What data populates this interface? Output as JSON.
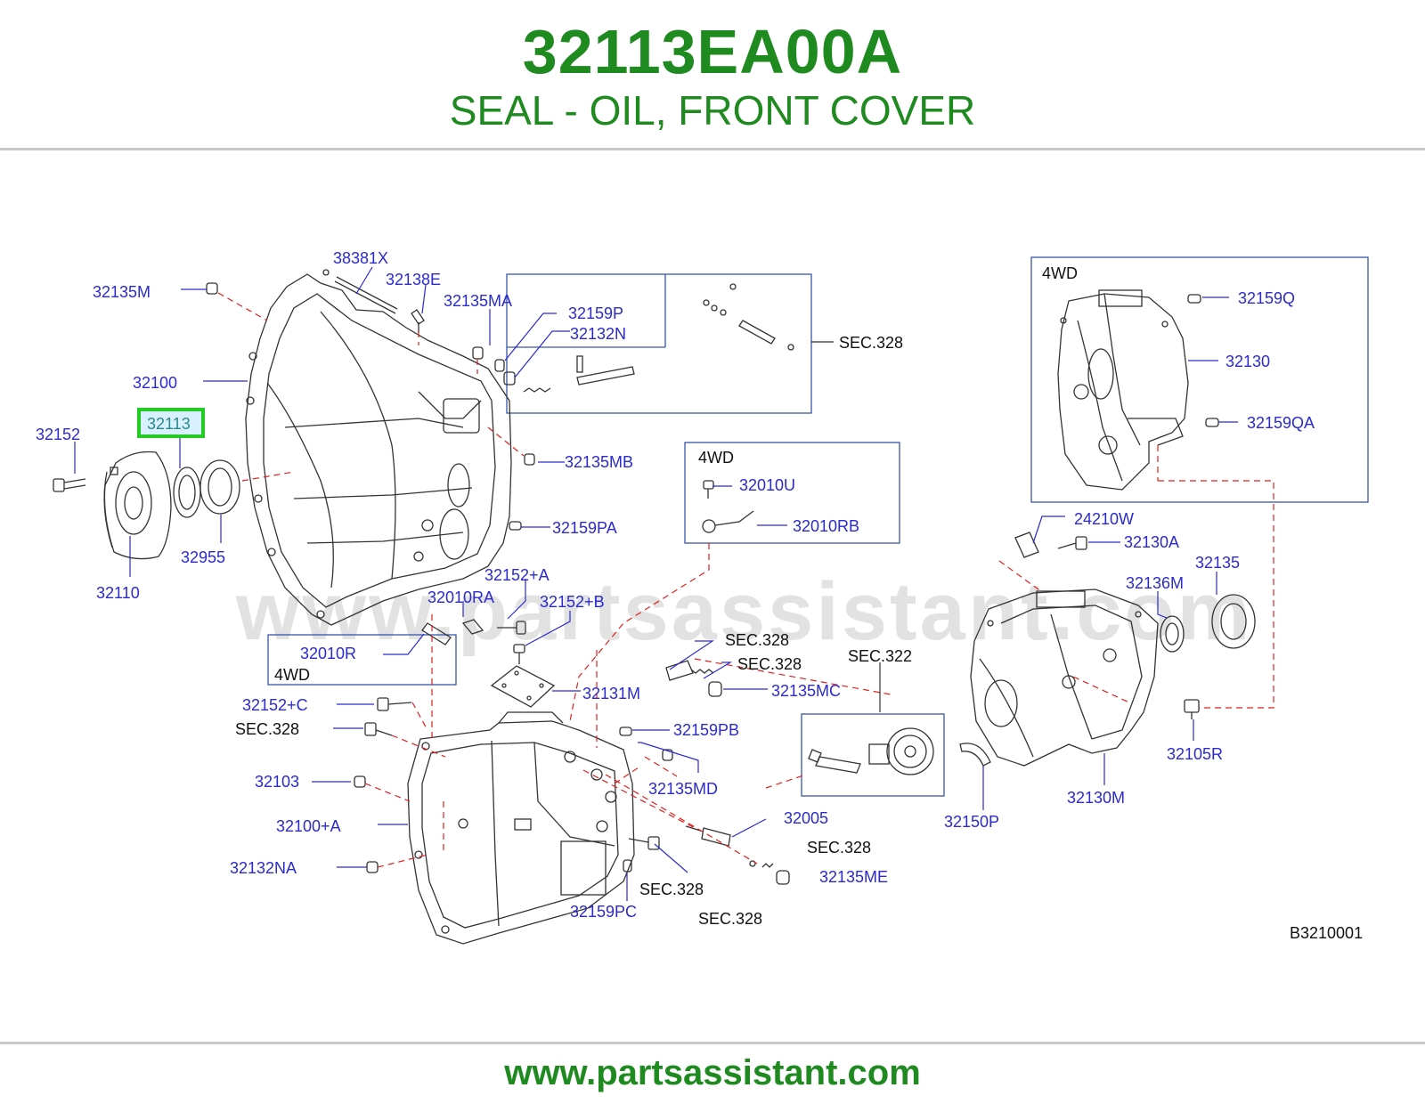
{
  "header": {
    "part_number": "32113EA00A",
    "description": "SEAL - OIL, FRONT COVER"
  },
  "footer": {
    "url": "www.partsassistant.com"
  },
  "watermark": "www.partsassistant.com",
  "diagram": {
    "code": "B3210001",
    "highlighted_part": "32113",
    "colors": {
      "title": "#1f8a1f",
      "callout": "#2a2ad0",
      "leader_dashed": "#e02020",
      "highlight": "#22cc22"
    },
    "callouts": [
      "38381X",
      "32138E",
      "32135M",
      "32135MA",
      "32159P",
      "32132N",
      "32100",
      "32113",
      "32152",
      "32135MB",
      "32159PA",
      "32955",
      "32110",
      "32152+A",
      "32010RA",
      "32152+B",
      "32010R",
      "32131M",
      "32152+C",
      "32159PB",
      "32103",
      "32135MD",
      "32100+A",
      "32005",
      "32132NA",
      "32159PC",
      "32135MC",
      "32135ME",
      "32010U",
      "32010RB",
      "32159Q",
      "32130",
      "32159QA",
      "24210W",
      "32130A",
      "32135",
      "32136M",
      "32105R",
      "32130M",
      "32150P"
    ],
    "sec_refs": [
      "SEC.328",
      "SEC.322"
    ],
    "box_labels": [
      "4WD"
    ]
  }
}
